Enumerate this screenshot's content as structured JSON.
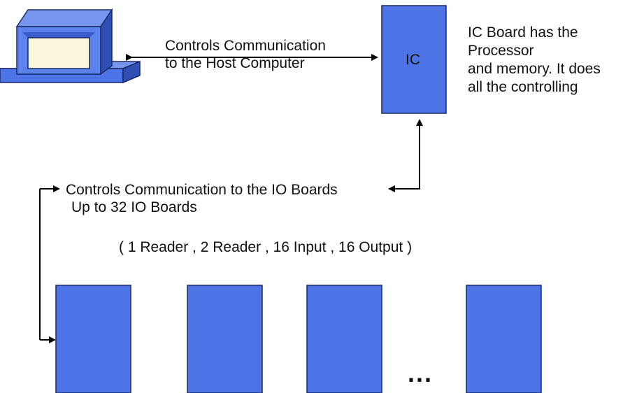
{
  "host_link": {
    "line1": "Controls Communication",
    "line2": "to the Host Computer"
  },
  "ic_board": {
    "label": "IC",
    "description": [
      "IC Board has the",
      "Processor",
      "and memory. It does",
      "all the controlling"
    ]
  },
  "io_link": {
    "line1": "Controls Communication to the IO Boards",
    "line2": "Up to 32 IO Boards"
  },
  "io_types": "( 1 Reader , 2 Reader , 16 Input , 16 Output )",
  "ellipsis": "...",
  "colors": {
    "board_fill": "#4d74e6",
    "board_stroke": "#1a2a66",
    "computer_body": "#5b82ea",
    "computer_dark": "#2f4fb4",
    "screen": "#fbf6dc"
  }
}
